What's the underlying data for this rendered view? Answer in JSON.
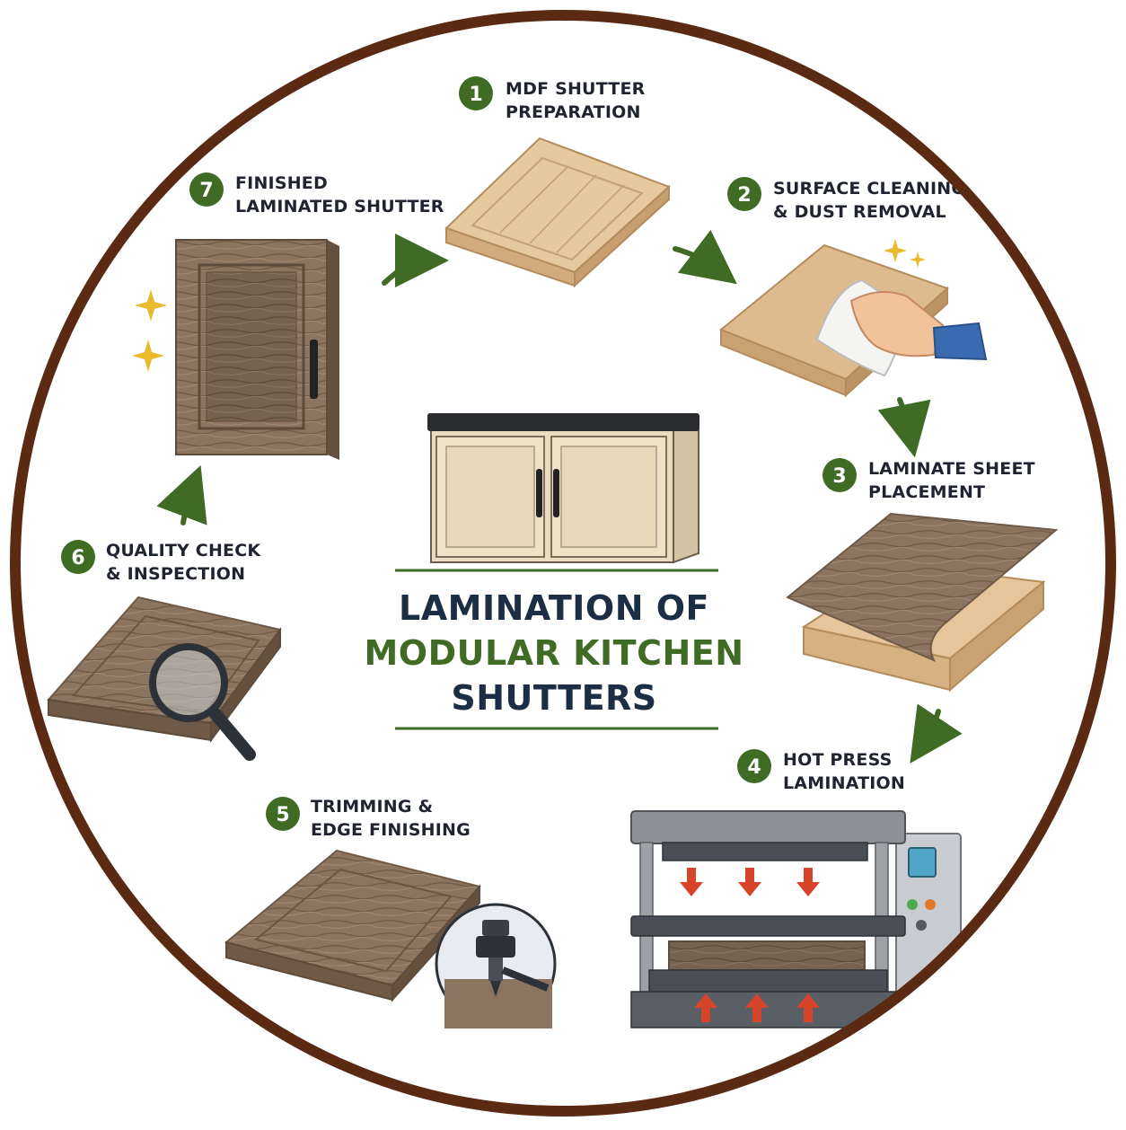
{
  "title": {
    "line1": "LAMINATION OF",
    "line2": "MODULAR KITCHEN",
    "line3": "SHUTTERS"
  },
  "steps": [
    {
      "number": "1",
      "line1": "MDF SHUTTER",
      "line2": "PREPARATION"
    },
    {
      "number": "2",
      "line1": "SURFACE CLEANING",
      "line2": "& DUST REMOVAL"
    },
    {
      "number": "3",
      "line1": "LAMINATE SHEET",
      "line2": "PLACEMENT"
    },
    {
      "number": "4",
      "line1": "HOT PRESS",
      "line2": "LAMINATION"
    },
    {
      "number": "5",
      "line1": "TRIMMING &",
      "line2": "EDGE FINISHING"
    },
    {
      "number": "6",
      "line1": "QUALITY CHECK",
      "line2": "& INSPECTION"
    },
    {
      "number": "7",
      "line1": "FINISHED",
      "line2": "LAMINATED SHUTTER"
    }
  ],
  "colors": {
    "ring": "#5a2a12",
    "badge": "#3f6b25",
    "arrow": "#3f6b25",
    "title_dark": "#1c2e44",
    "title_green": "#3f6b25",
    "mdf": "#e7c9a0",
    "laminate": "#8c7560",
    "sparkle": "#e9b92e",
    "press_red": "#d6442a"
  },
  "icons": [
    "sparkle-icon",
    "magnifier-icon",
    "cleaning-hand-icon",
    "router-icon",
    "press-arrow-icon"
  ]
}
